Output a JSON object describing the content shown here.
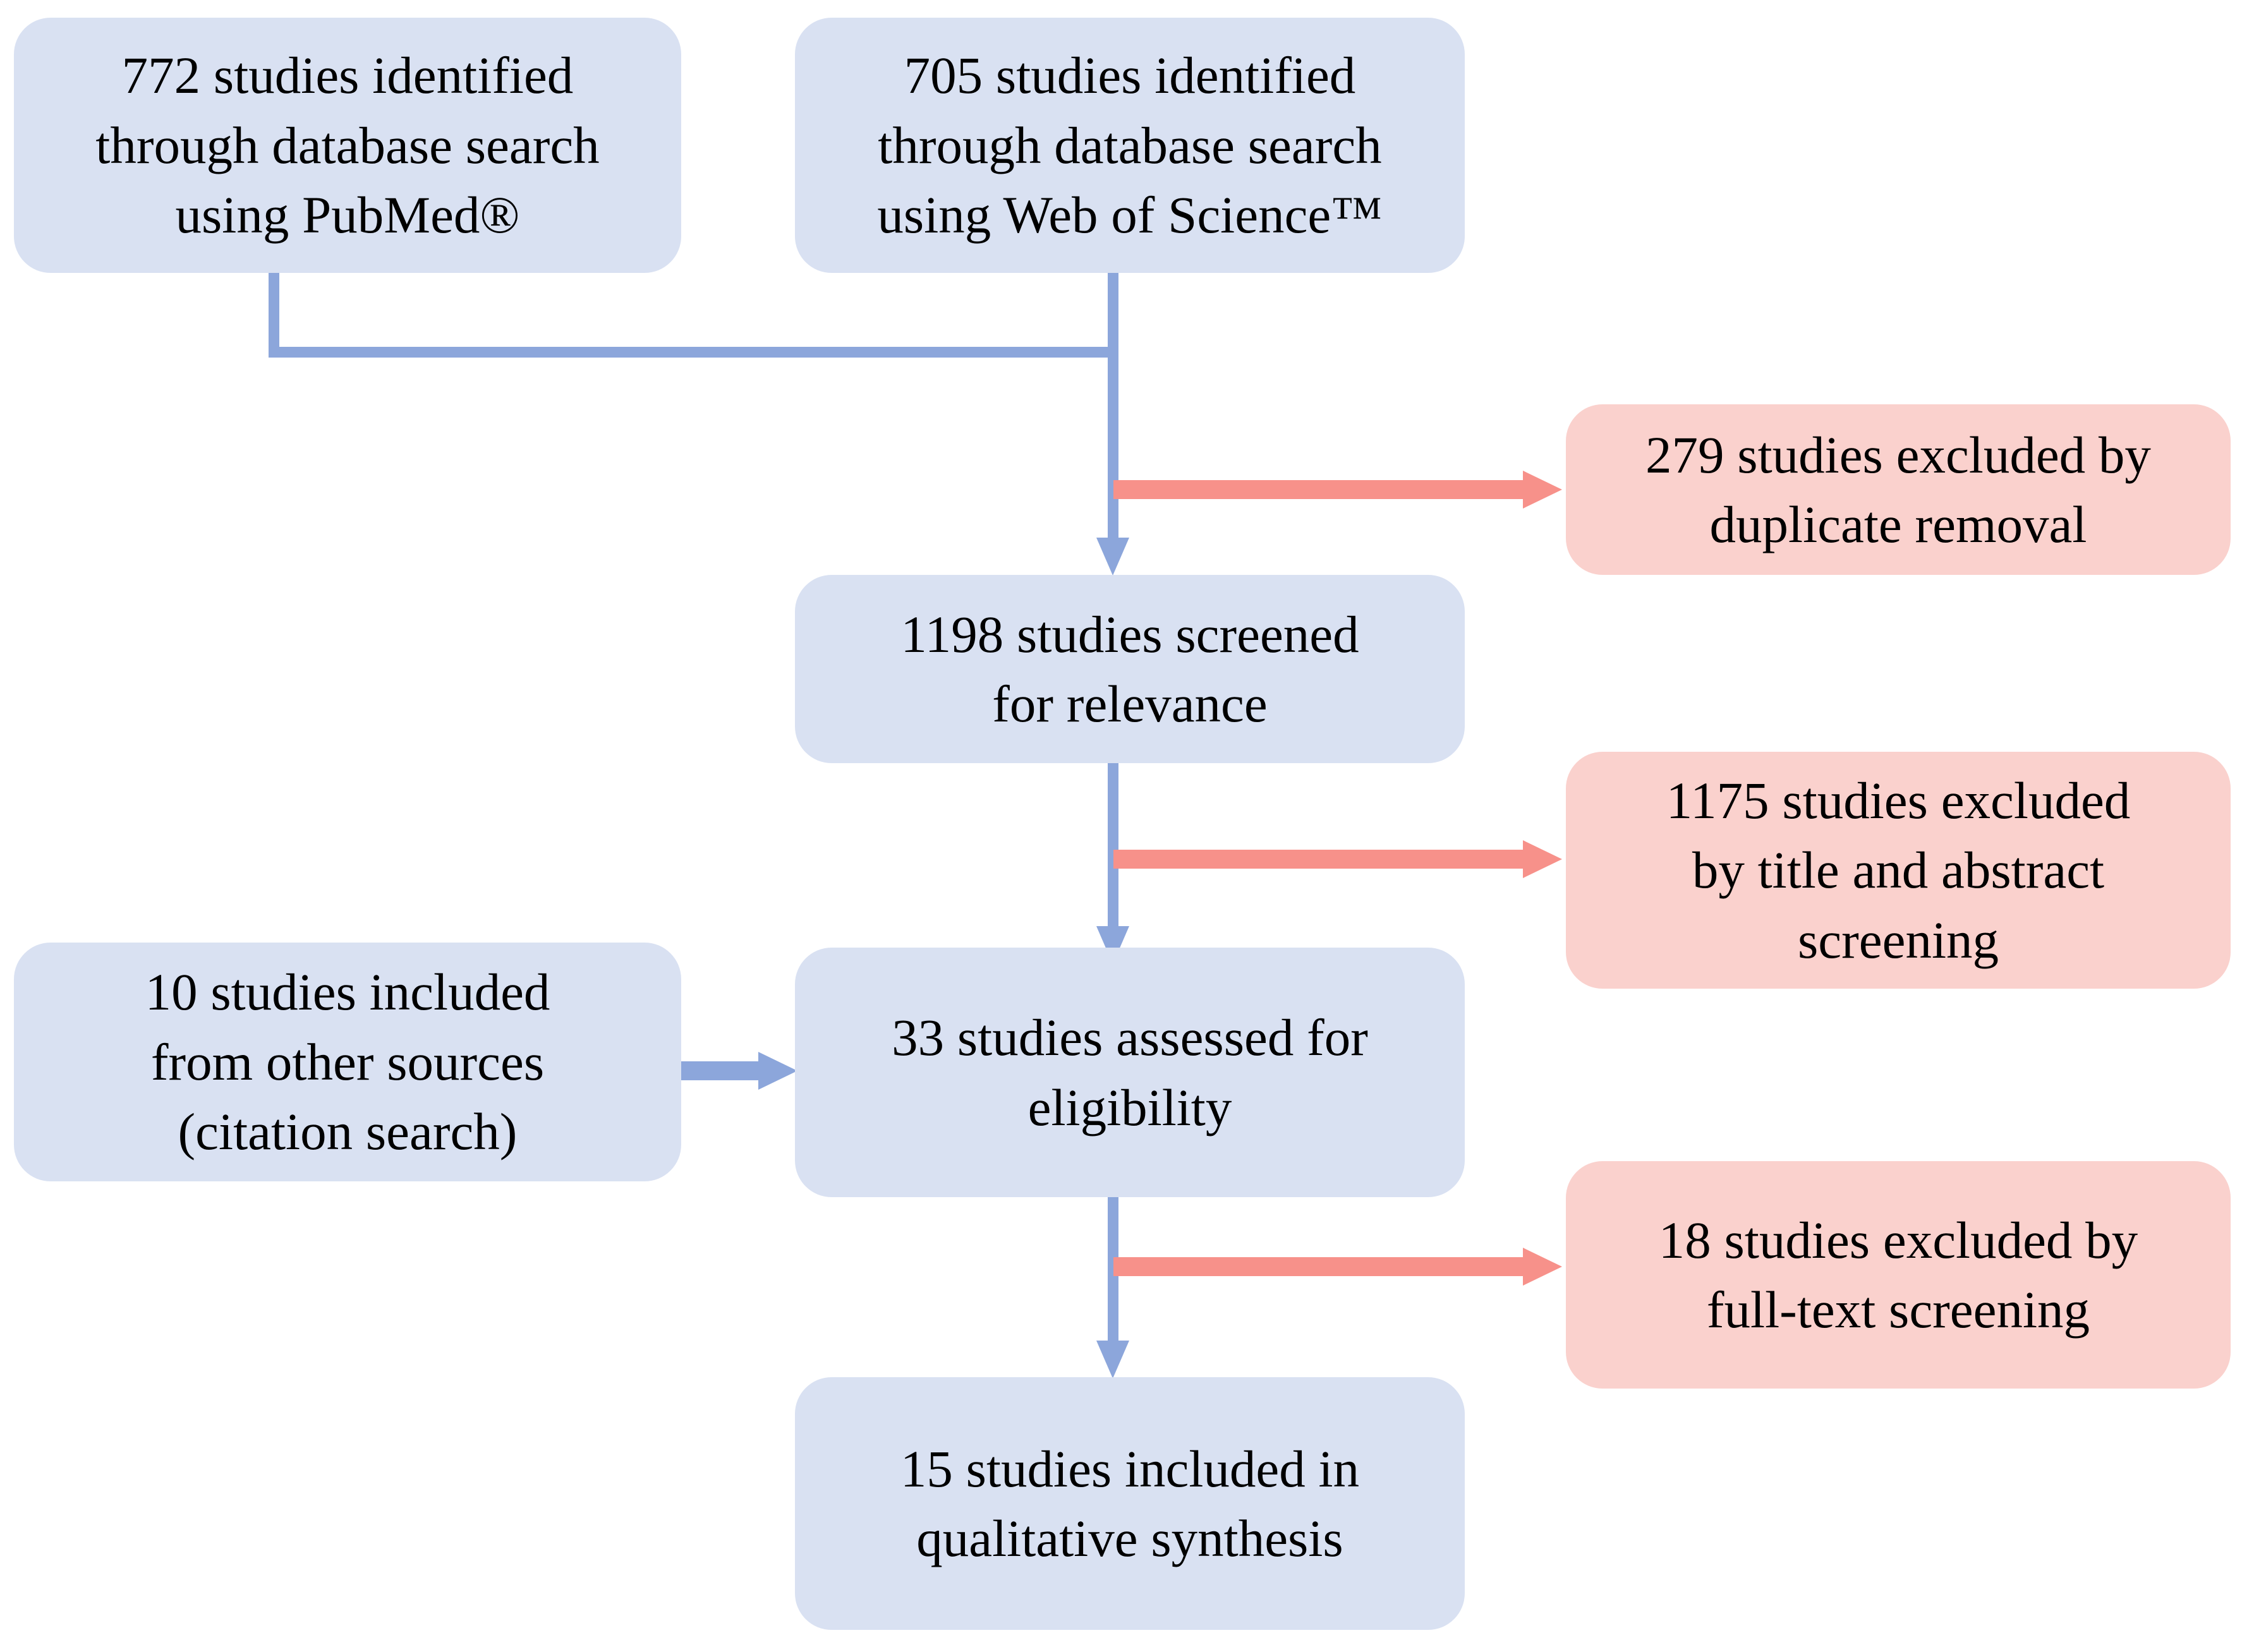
{
  "diagram": {
    "type": "prisma-flow-diagram",
    "colors": {
      "included_box_fill": "#d9e1f2",
      "excluded_box_fill": "#fad1cd",
      "included_arrow": "#8ca6db",
      "excluded_arrow": "#f7918a",
      "text": "#000000",
      "background": "#ffffff"
    },
    "nodes": {
      "source_pubmed": "772 studies identified\nthrough database search\nusing PubMed®",
      "source_wos": "705 studies identified\nthrough database search\nusing Web of Science™",
      "excluded_duplicates": "279 studies excluded by\nduplicate removal",
      "screened": "1198 studies screened\nfor relevance",
      "excluded_title_abstract": "1175 studies excluded\nby title and abstract\nscreening",
      "other_sources": "10 studies included\nfrom other sources\n(citation search)",
      "assessed": "33 studies assessed for\neligibility",
      "excluded_fulltext": "18 studies excluded by\nfull-text screening",
      "included_final": "15 studies included in\nqualitative synthesis"
    },
    "counts": {
      "pubmed": 772,
      "web_of_science": 705,
      "duplicates_removed": 279,
      "screened": 1198,
      "excluded_title_abstract": 1175,
      "other_sources": 10,
      "assessed_for_eligibility": 33,
      "excluded_full_text": 18,
      "included_qualitative_synthesis": 15
    }
  }
}
